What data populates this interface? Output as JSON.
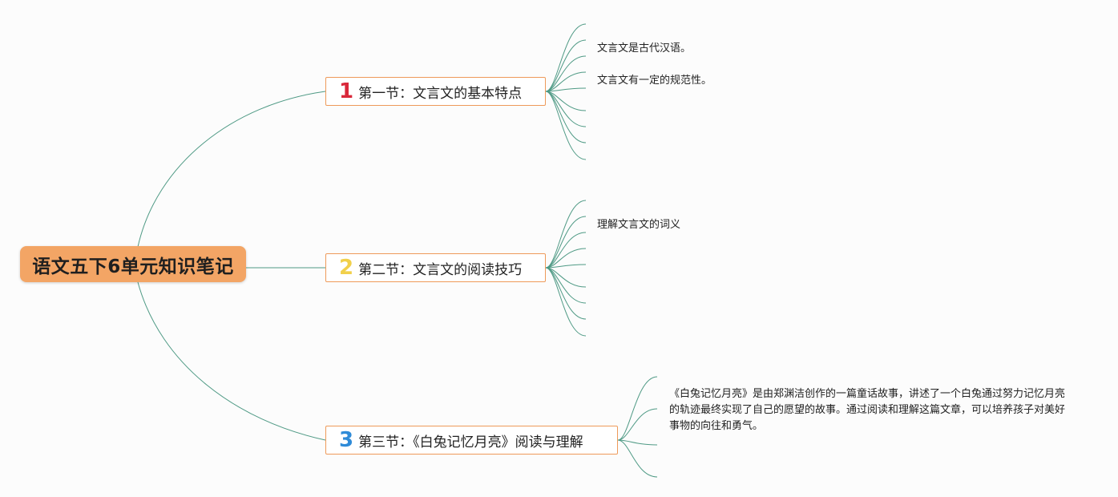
{
  "root": {
    "label": "语文五下6单元知识笔记"
  },
  "colors": {
    "root_fill": "#f3a565",
    "topic_border": "#ee9a5a",
    "connector": "#4f9a85",
    "num_1": "#d9283a",
    "num_2": "#f1d04b",
    "num_3": "#2f8bd8"
  },
  "topics": [
    {
      "number": "1",
      "label": "第一节：文言文的基本特点",
      "leaves": [
        "文言文是古代汉语。",
        "文言文有一定的规范性。"
      ]
    },
    {
      "number": "2",
      "label": "第二节：文言文的阅读技巧",
      "leaves": [
        "理解文言文的词义"
      ]
    },
    {
      "number": "3",
      "label": "第三节：《白兔记忆月亮》阅读与理解",
      "leaves": [
        "《白兔记忆月亮》是由郑渊洁创作的一篇童话故事，讲述了一个白兔通过努力记忆月亮的轨迹最终实现了自己的愿望的故事。通过阅读和理解这篇文章，可以培养孩子对美好事物的向往和勇气。"
      ]
    }
  ]
}
